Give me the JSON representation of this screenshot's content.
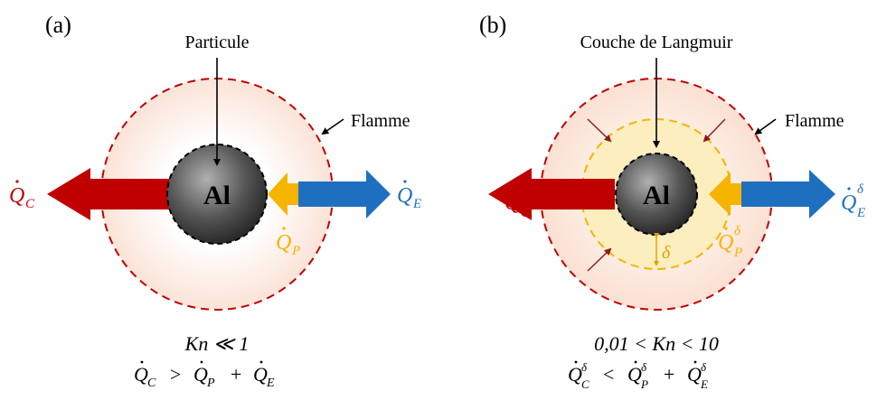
{
  "panel_a": {
    "label": "(a)",
    "particle_label": "Particule",
    "flame_label": "Flamme",
    "core_label": "Al",
    "q_c": {
      "sym": "Q",
      "sub": "C"
    },
    "q_e": {
      "sym": "Q",
      "sub": "E"
    },
    "q_p": {
      "sym": "Q",
      "sub": "P"
    },
    "formula_line1": "Kn ≪ 1",
    "formula_line2": {
      "t1": "Q",
      "t1_sub": "C",
      "op1": " > ",
      "t2": "Q",
      "t2_sub": "P",
      "op2": " + ",
      "t3": "Q",
      "t3_sub": "E"
    }
  },
  "panel_b": {
    "label": "(b)",
    "layer_label": "Couche de Langmuir",
    "flame_label": "Flamme",
    "core_label": "Al",
    "delta_label": "δ",
    "q_c": {
      "sym": "Q",
      "sup": "δ",
      "sub": "C"
    },
    "q_e": {
      "sym": "Q",
      "sup": "δ",
      "sub": "E"
    },
    "q_p": {
      "sym": "Q",
      "sup": "δ",
      "sub": "P"
    },
    "formula_line1": "0,01 < Kn < 10",
    "formula_line2": {
      "t1": "Q",
      "t1_sup": "δ",
      "t1_sub": "C",
      "op1": " < ",
      "t2": "Q",
      "t2_sup": "δ",
      "t2_sub": "P",
      "op2": " + ",
      "t3": "Q",
      "t3_sup": "δ",
      "t3_sub": "E"
    }
  },
  "colors": {
    "conduction_arrow": "#c00000",
    "radiation_arrow": "#1f6fc0",
    "particle_arrow": "#f5b400",
    "flame_circle": "#c00000",
    "langmuir_circle": "#f5b400",
    "dot_grey": "#555555"
  }
}
